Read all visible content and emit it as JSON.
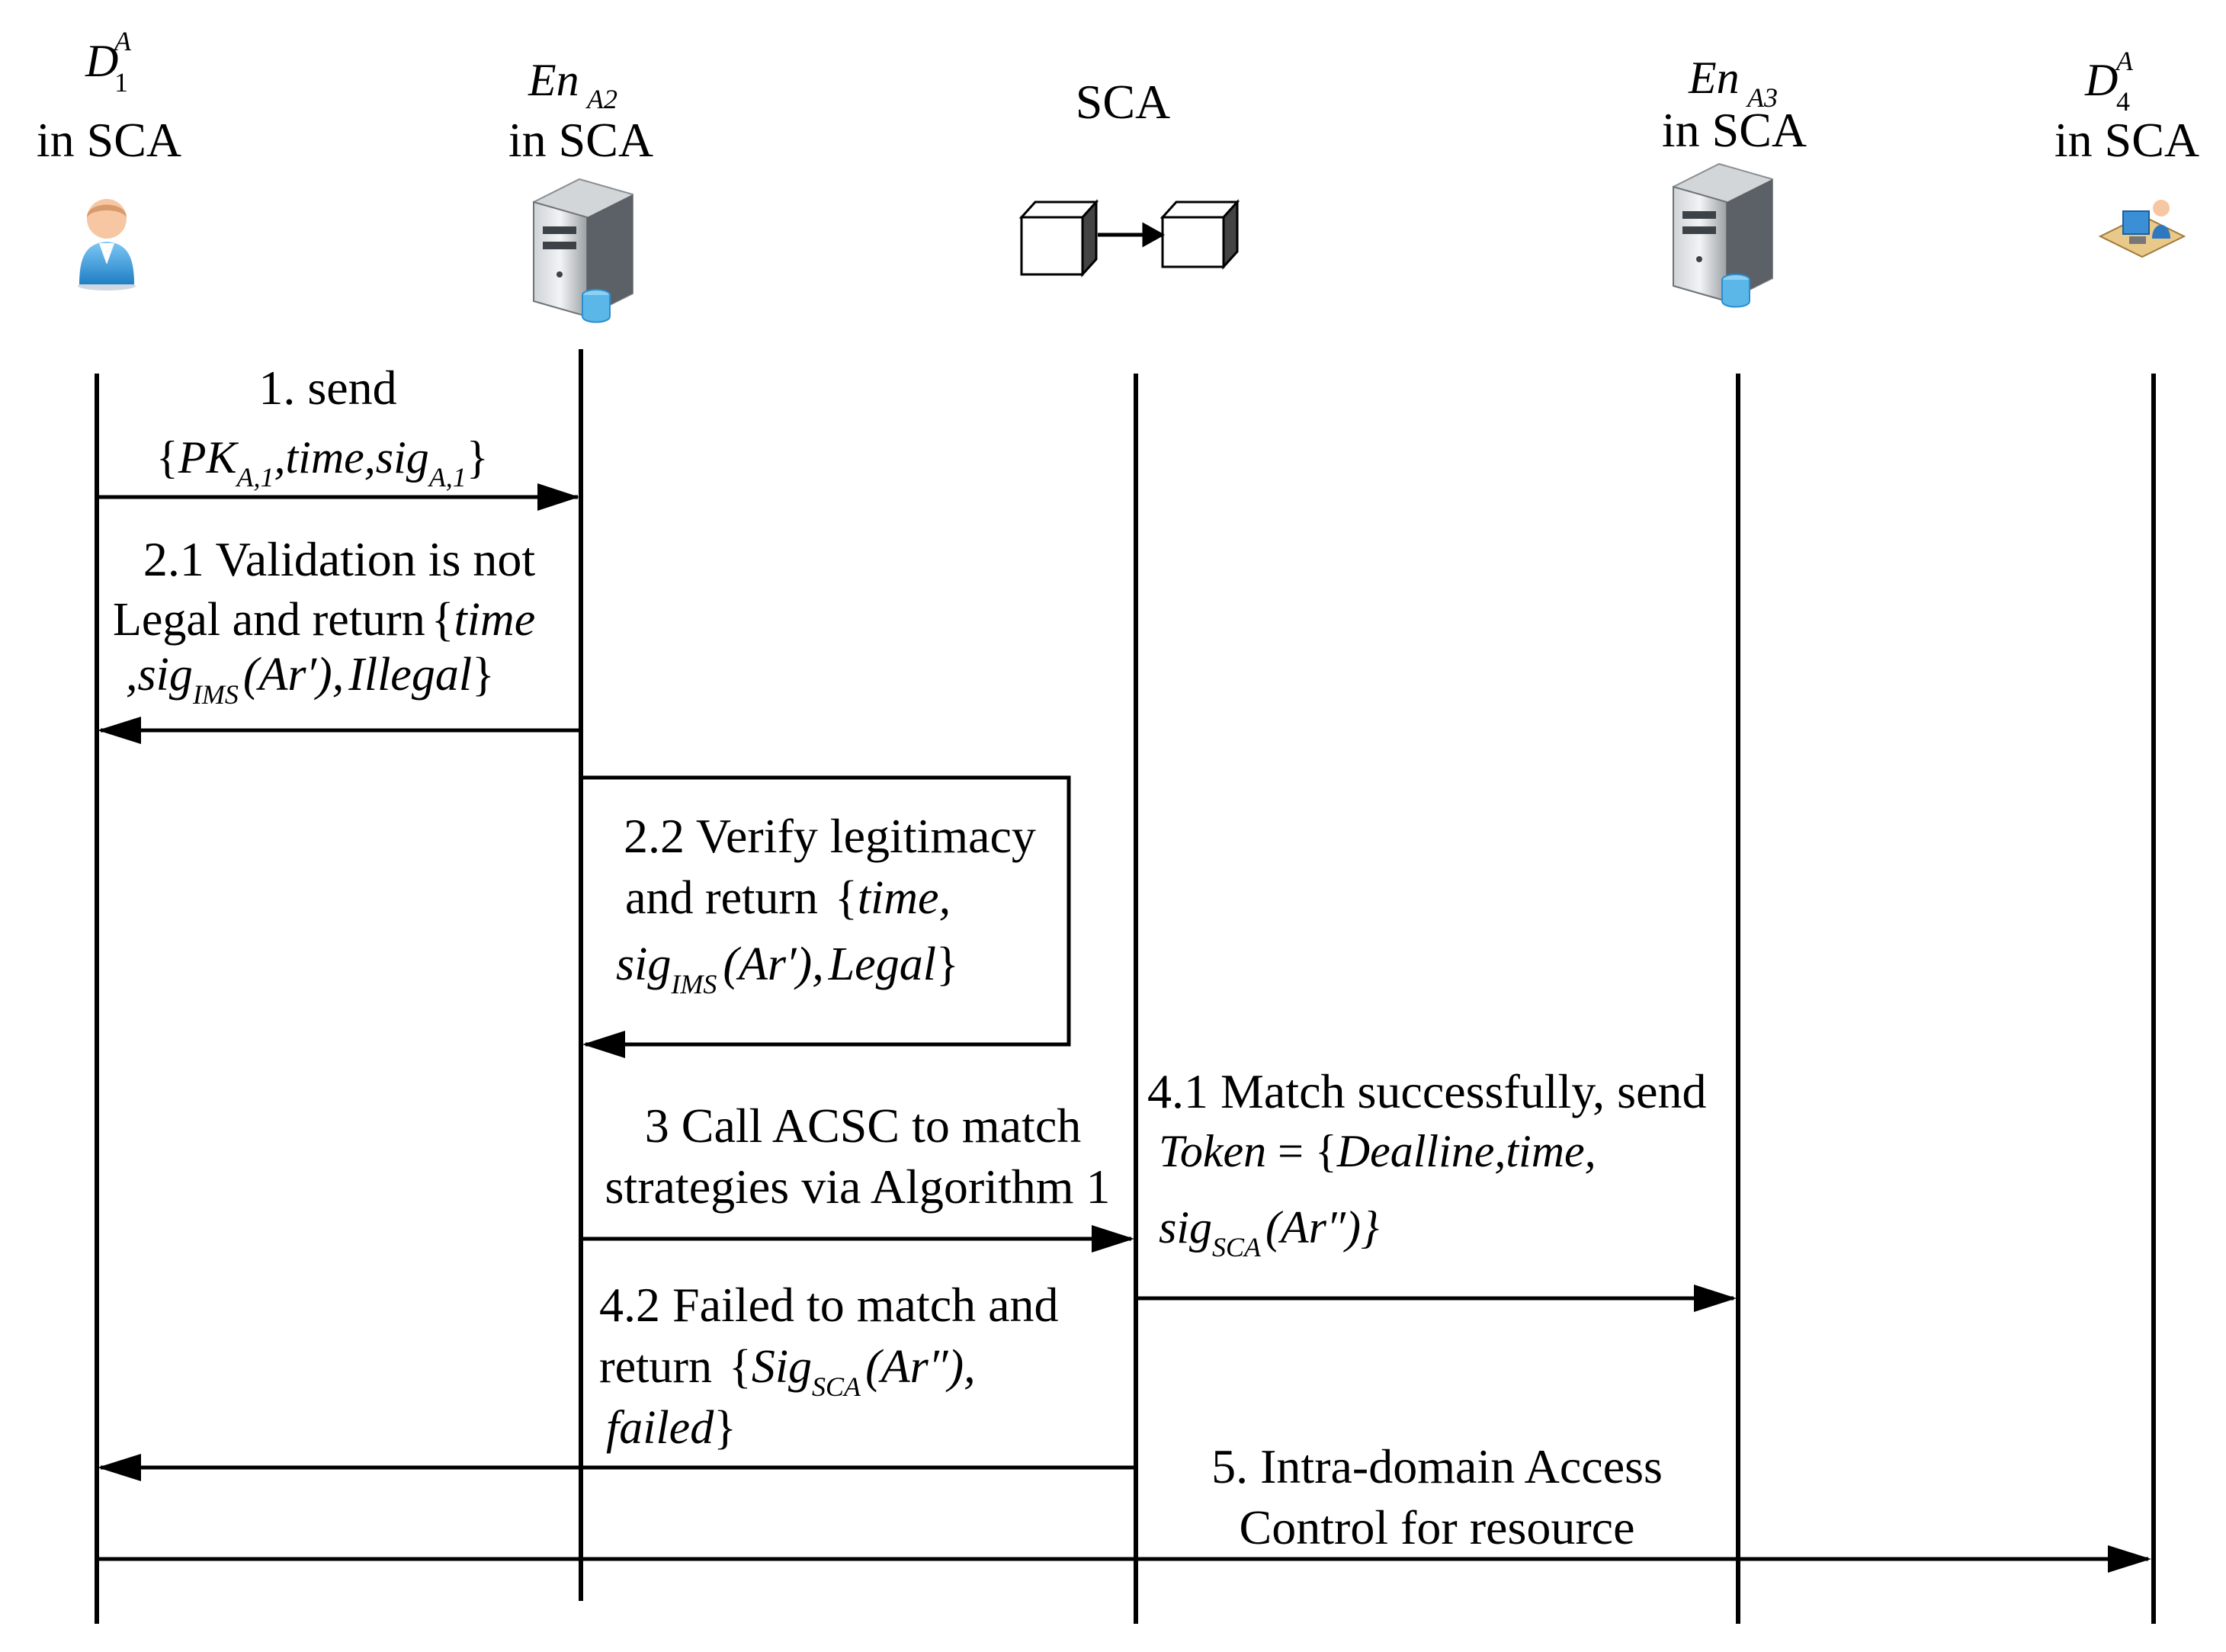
{
  "participants": [
    {
      "id": "d1",
      "name_main": "D",
      "name_sub": "1",
      "name_sup": "A",
      "role": "in SCA",
      "icon": "user-icon"
    },
    {
      "id": "en2",
      "name_main": "En",
      "name_sub": "A2",
      "role": "in SCA",
      "icon": "server-icon"
    },
    {
      "id": "sca",
      "name_main": "SCA",
      "role": "",
      "icon": "blockchain-icon"
    },
    {
      "id": "en3",
      "name_main": "En",
      "name_sub": "A3",
      "role": "in SCA",
      "icon": "server-icon"
    },
    {
      "id": "d4",
      "name_main": "D",
      "name_sub": "4",
      "name_sup": "A",
      "role": "in SCA",
      "icon": "workstation-icon"
    }
  ],
  "messages": {
    "m1": {
      "line1": "1. send",
      "line2_open": "{",
      "line2_pk": "PK",
      "line2_pk_sub": "A,1",
      "line2_mid": ",time,sig",
      "line2_sig_sub": "A,1",
      "line2_close": "}"
    },
    "m21": {
      "line1": "2.1 Validation is not",
      "line2_plain": "Legal and return",
      "line2_brace": "{",
      "line2_it": "time",
      "line3_it_a": ",sig",
      "line3_sub": "IMS",
      "line3_mid": "(Ar′),",
      "line3_it_b": "Illegal",
      "line3_close": "}"
    },
    "m22": {
      "line1": "2.2 Verify legitimacy",
      "line2_plain": "and return",
      "line2_brace": "{",
      "line2_it": "time,",
      "line3_sig": "sig",
      "line3_sub": "IMS",
      "line3_mid": "(Ar′),",
      "line3_it": "Legal",
      "line3_close": "}"
    },
    "m3": {
      "line1": "3 Call ACSC to match",
      "line2": "strategies via Algorithm 1"
    },
    "m41": {
      "line1": "4.1 Match successfully, send",
      "line2_it": "Token",
      "line2_eq": " = {",
      "line2_rest": "Dealline,time,",
      "line3_sig": "sig",
      "line3_sub": "SCA",
      "line3_mid": "(Ar″)}"
    },
    "m42": {
      "line1": "4.2  Failed to match and",
      "line2_plain": "return",
      "line2_brace": "{",
      "line2_sig": "Sig",
      "line2_sub": "SCA",
      "line2_mid": "(Ar″),",
      "line3_it": "failed",
      "line3_close": "}"
    },
    "m5": {
      "line1": "5. Intra-domain Access",
      "line2": "Control for resource"
    }
  }
}
